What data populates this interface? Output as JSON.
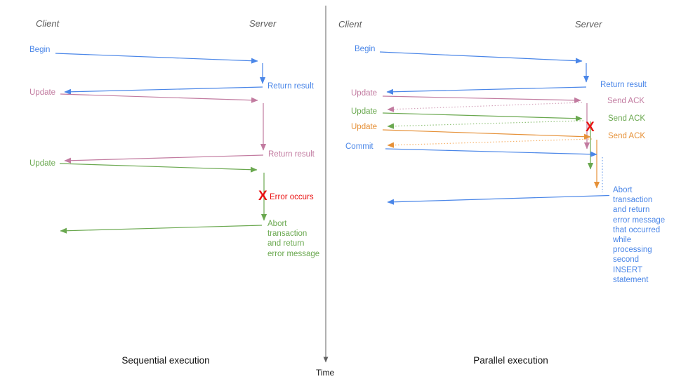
{
  "colors": {
    "blue": "#4a86e8",
    "pink": "#c27ba0",
    "green": "#6aa84f",
    "orange": "#e69138",
    "red": "#ea1111",
    "axis_gray": "#606060",
    "header_gray": "#5c5c5c"
  },
  "axis": {
    "label": "Time"
  },
  "left_panel": {
    "title": "Sequential execution",
    "headers": {
      "client": "Client",
      "server": "Server"
    },
    "messages": {
      "begin": "Begin",
      "return_result_1": "Return result",
      "update_1": "Update",
      "return_result_2": "Return result",
      "update_2": "Update",
      "error_mark": "X",
      "error_label": "Error occurs",
      "abort_note": "Abort\ntransaction\nand return\nerror message"
    }
  },
  "right_panel": {
    "title": "Parallel execution",
    "headers": {
      "client": "Client",
      "server": "Server"
    },
    "messages": {
      "begin": "Begin",
      "return_result": "Return result",
      "update_1": "Update",
      "send_ack_1": "Send ACK",
      "update_2": "Update",
      "send_ack_2": "Send ACK",
      "update_3": "Update",
      "send_ack_3": "Send ACK",
      "commit": "Commit",
      "error_mark": "X",
      "abort_note": "Abort\ntransaction\nand return\nerror message\nthat occurred\nwhile\nprocessing\nsecond\nINSERT\nstatement"
    }
  }
}
